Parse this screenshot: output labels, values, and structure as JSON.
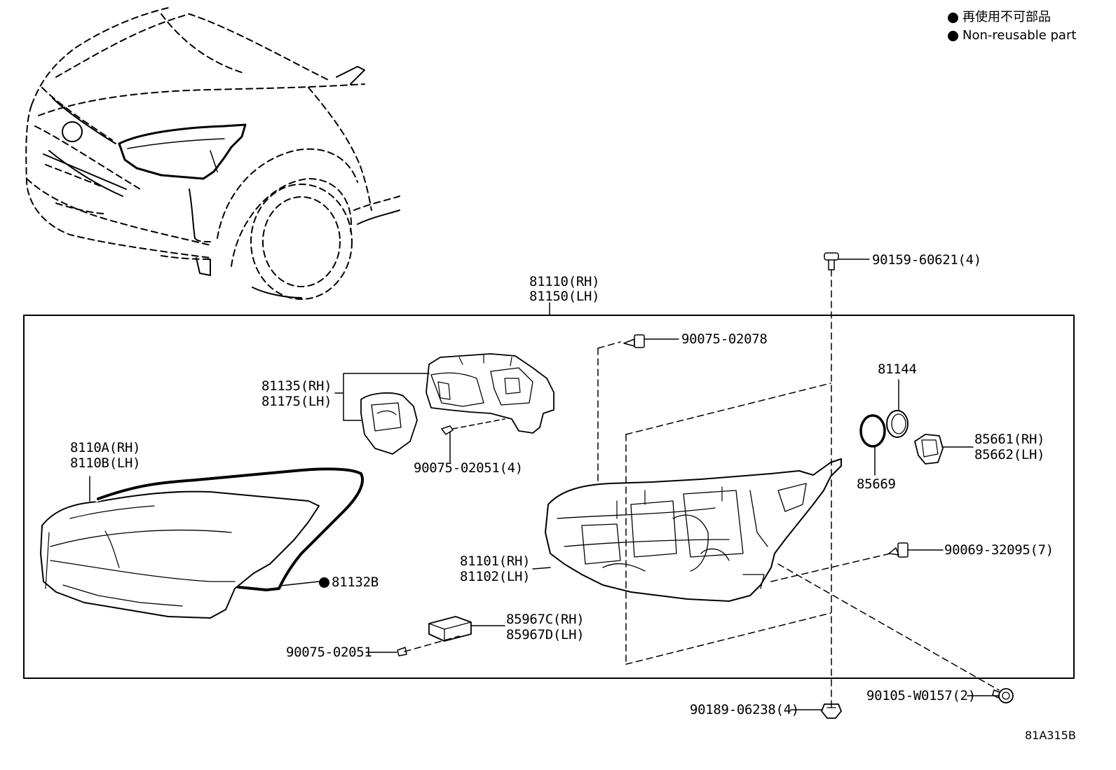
{
  "legend": {
    "japanese": "再使用不可部品",
    "english": "Non-reusable part"
  },
  "figure_code": "81A315B",
  "parts": {
    "assembly_rh": "81110(RH)",
    "assembly_lh": "81150(LH)",
    "screw_top": "90159-60621(4)",
    "screw_upper": "90075-02078",
    "ext_rh": "81135(RH)",
    "ext_lh": "81175(LH)",
    "screw_ext": "90075-02051(4)",
    "lens_rh": "8110A(RH)",
    "lens_lh": "8110B(LH)",
    "gasket": "81132B",
    "housing_rh": "81101(RH)",
    "housing_lh": "81102(LH)",
    "cap": "81144",
    "ring": "85669",
    "bulb_rh": "85661(RH)",
    "bulb_lh": "85662(LH)",
    "screw_right": "90069-32095(7)",
    "module_rh": "85967C(RH)",
    "module_lh": "85967D(LH)",
    "screw_module": "90075-02051",
    "screw_bottom_right": "90105-W0157(2)",
    "clip_bottom": "90189-06238(4)"
  }
}
